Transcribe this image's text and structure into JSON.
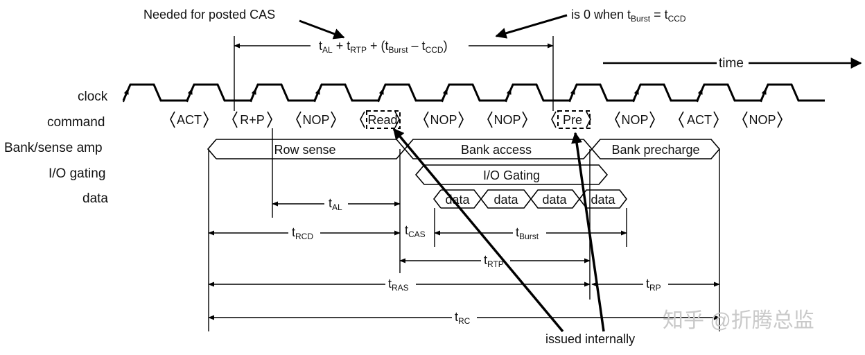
{
  "row_labels": {
    "clock": "clock",
    "command": "command",
    "bank_sense_amp": "Bank/sense amp",
    "io_gating": "I/O gating",
    "data": "data"
  },
  "commands": [
    "ACT",
    "R+P",
    "NOP",
    "Read",
    "NOP",
    "NOP",
    "Pre",
    "NOP",
    "ACT",
    "NOP"
  ],
  "bank_phases": [
    "Row sense",
    "Bank access",
    "Bank precharge"
  ],
  "io_gating_label": "I/O Gating",
  "data_beats": [
    "data",
    "data",
    "data",
    "data"
  ],
  "time_label": "time",
  "annotations": {
    "posted_cas": "Needed for posted CAS",
    "zero_when": "is 0 when t",
    "zero_when_sub1": "Burst",
    "zero_when_eq": " = t",
    "zero_when_sub2": "CCD",
    "issued_internally": "issued internally"
  },
  "timings": {
    "top": {
      "a": "t",
      "a_sub": "AL",
      "b": " + t",
      "b_sub": "RTP",
      "c": " + (t",
      "c_sub": "Burst",
      "d": " – t",
      "d_sub": "CCD",
      "e": ")"
    },
    "t_al": {
      "t": "t",
      "sub": "AL"
    },
    "t_rcd": {
      "t": "t",
      "sub": "RCD"
    },
    "t_cas": {
      "t": "t",
      "sub": "CAS"
    },
    "t_burst": {
      "t": "t",
      "sub": "Burst"
    },
    "t_rtp": {
      "t": "t",
      "sub": "RTP"
    },
    "t_ras": {
      "t": "t",
      "sub": "RAS"
    },
    "t_rp": {
      "t": "t",
      "sub": "RP"
    },
    "t_rc": {
      "t": "t",
      "sub": "RC"
    }
  },
  "watermark": "知乎 @折腾总监"
}
